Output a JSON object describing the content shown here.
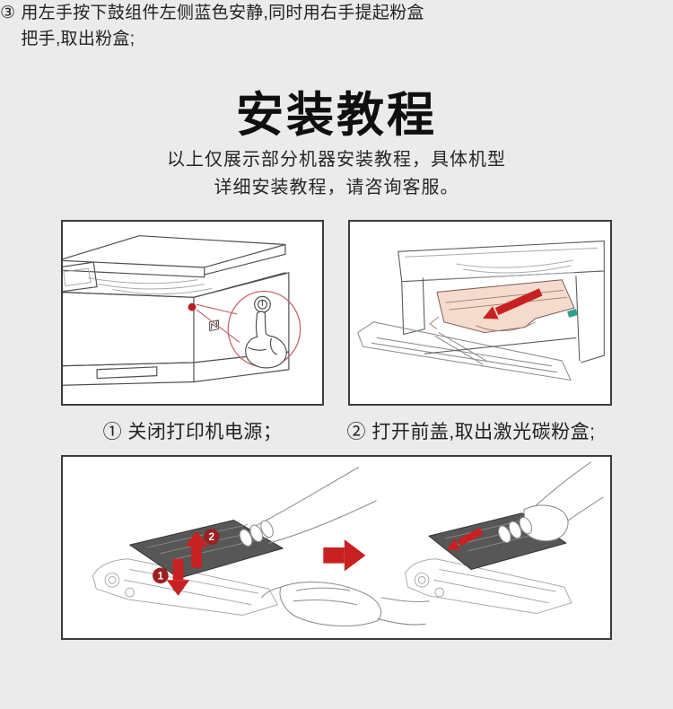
{
  "page": {
    "background": "#ebebeb",
    "panel_border": "#3c3c3c",
    "accent_red": "#c92121",
    "callout_red": "#c4606b",
    "badge_red": "#9e1f1f",
    "cartridge_tint": "#f5dbce"
  },
  "header": {
    "title": "安装教程",
    "subtitle_lines": [
      "以上仅展示部分机器安装教程，具体机型",
      "详细安装教程，请咨询客服。"
    ]
  },
  "steps": [
    {
      "number": "①",
      "caption": "关闭打印机电源；",
      "illustration": "printer-power-button-press-illustration"
    },
    {
      "number": "②",
      "caption": "打开前盖,取出激光碳粉盒;",
      "illustration": "printer-open-front-cover-remove-toner-illustration"
    },
    {
      "number": "③",
      "caption_lines": [
        "用左手按下鼓组件左侧蓝色安静,同时用右手提起粉盒",
        "把手,取出粉盒;"
      ],
      "badges": [
        "1",
        "2"
      ],
      "illustration": "press-drum-lock-lift-toner-handle-illustration"
    }
  ]
}
